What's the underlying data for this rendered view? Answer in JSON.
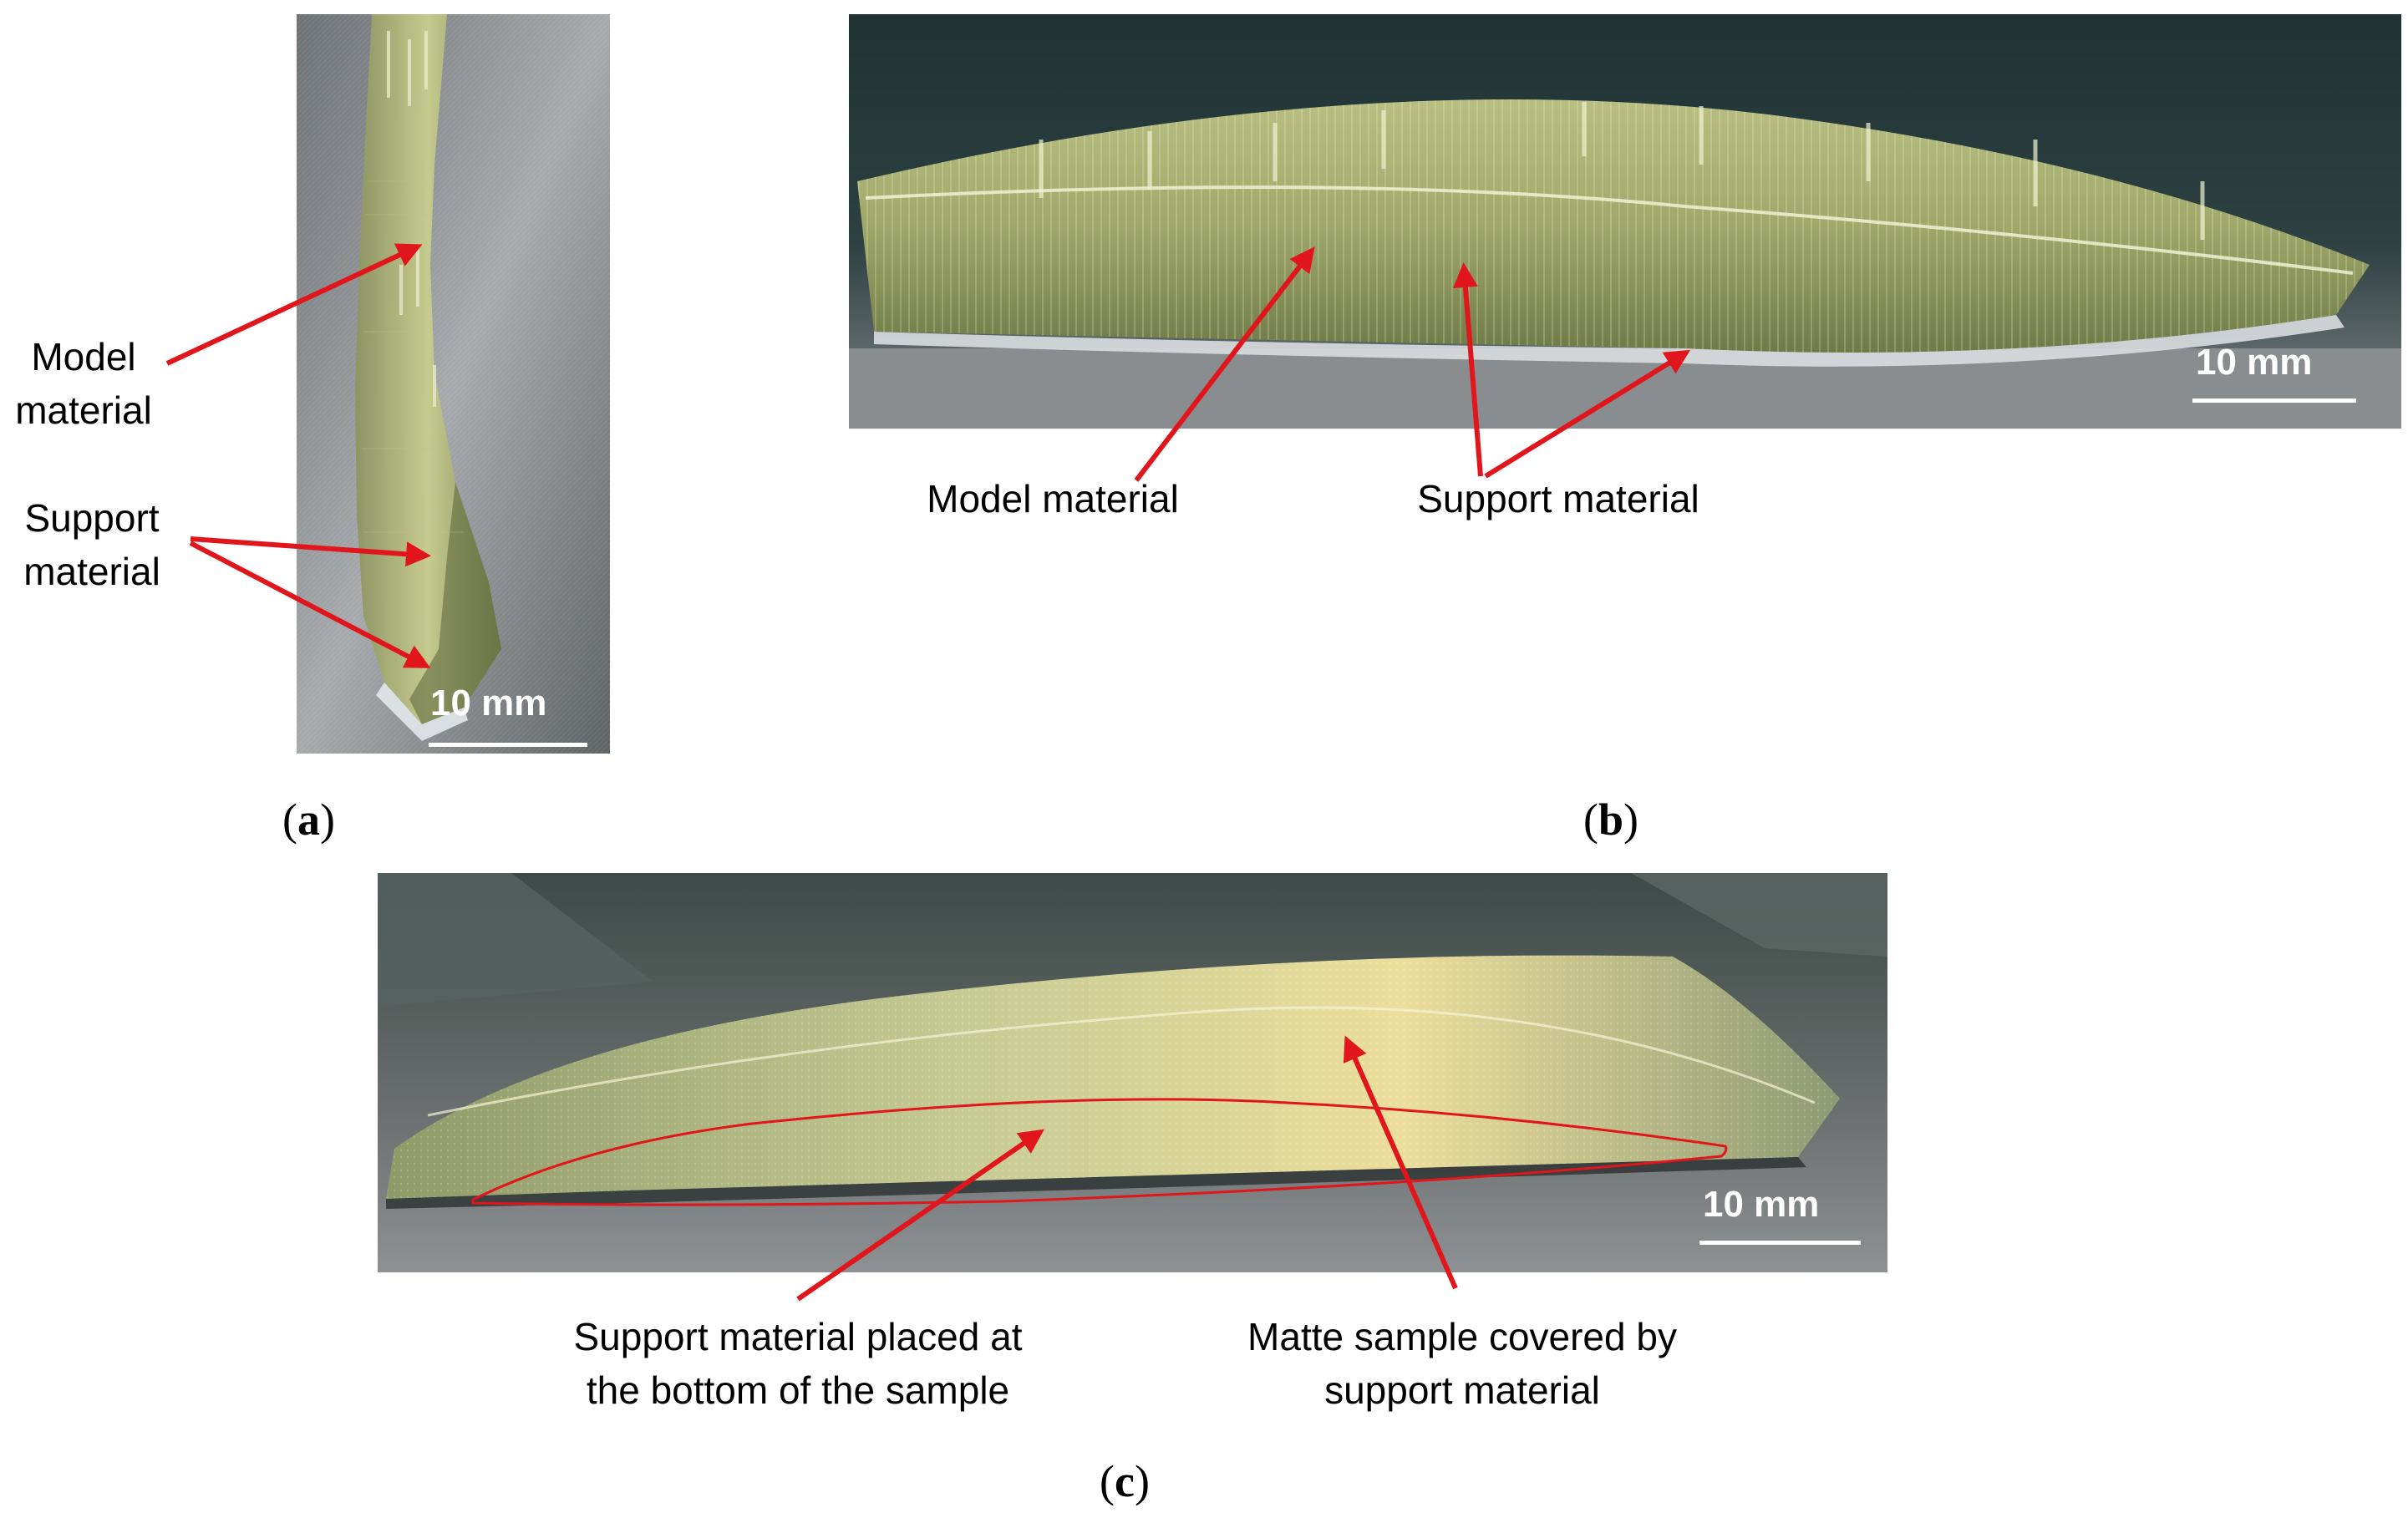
{
  "panel_a": {
    "label_model": [
      "Model",
      "material"
    ],
    "label_support": [
      "Support",
      "material"
    ],
    "scale": "10 mm",
    "caption_letter": "a"
  },
  "panel_b": {
    "label_model": "Model material",
    "label_support": "Support material",
    "scale": "10 mm",
    "caption_letter": "b"
  },
  "panel_c": {
    "label_support_bottom": [
      "Support material placed at",
      "the bottom of the sample"
    ],
    "label_matte": [
      "Matte sample covered by",
      "support material"
    ],
    "scale": "10 mm",
    "caption_letter": "c"
  },
  "colors": {
    "arrow": "#e0161c",
    "outline": "#e0161c",
    "scale_bar": "#ffffff",
    "resin": "#c9cf9a",
    "metal": "#8c8f92"
  }
}
